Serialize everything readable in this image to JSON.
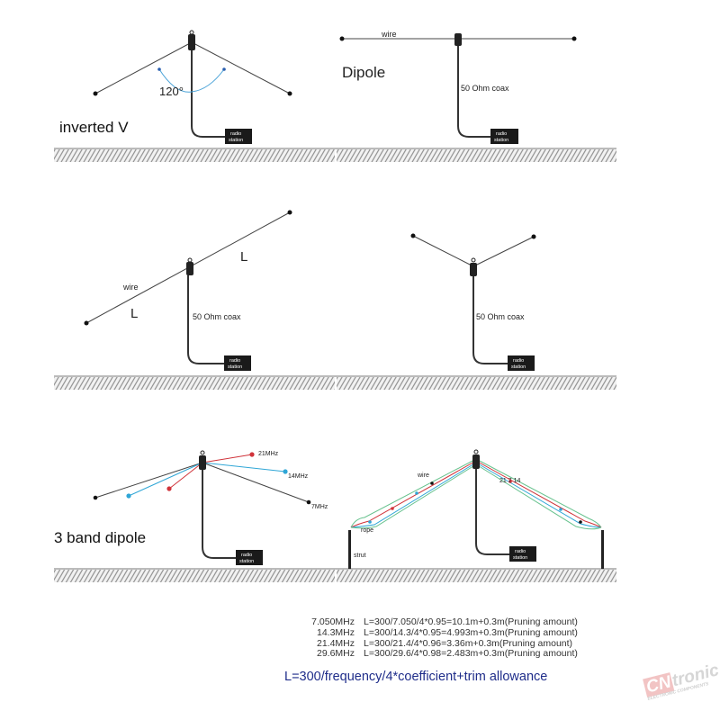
{
  "labels": {
    "inverted_v": "inverted V",
    "angle": "120°",
    "dipole": "Dipole",
    "wire_top": "wire",
    "coax_dipole": "50 Ohm coax",
    "radio": "radio",
    "station": "station",
    "L_upper": "L",
    "L_lower": "L",
    "wire_sloper": "wire",
    "coax_sloper": "50 Ohm coax",
    "coax_v": "50 Ohm coax",
    "band_21": "21MHz",
    "band_14": "14MHz",
    "band_7": "7MHz",
    "three_band": "3 band dipole",
    "wire_strut": "wire",
    "rope": "rope",
    "strut": "strut",
    "band_marks": "21  7  14"
  },
  "formulas": [
    {
      "freq": "7.050MHz",
      "expr": "L=300/7.050/4*0.95=10.1m+0.3m(Pruning amount)"
    },
    {
      "freq": "14.3MHz",
      "expr": "L=300/14.3/4*0.95=4.993m+0.3m(Pruning amount)"
    },
    {
      "freq": "21.4MHz",
      "expr": "L=300/21.4/4*0.96=3.36m+0.3m(Pruning amount)"
    },
    {
      "freq": "29.6MHz",
      "expr": "L=300/29.6/4*0.98=2.483m+0.3m(Pruning amount)"
    }
  ],
  "main_formula": "L=300/frequency/4*coefficient+trim allowance",
  "watermark": {
    "boxed": "CN",
    "rest": "tronic",
    "sub": "ELECTRONIC COMPONENTS"
  },
  "colors": {
    "wire": "#444444",
    "red_band": "#d0333a",
    "blue_band": "#2fa6d6",
    "green_rope": "#67c28e",
    "ground": "#9a9a9a",
    "formula_blue": "#1f2d8a"
  }
}
